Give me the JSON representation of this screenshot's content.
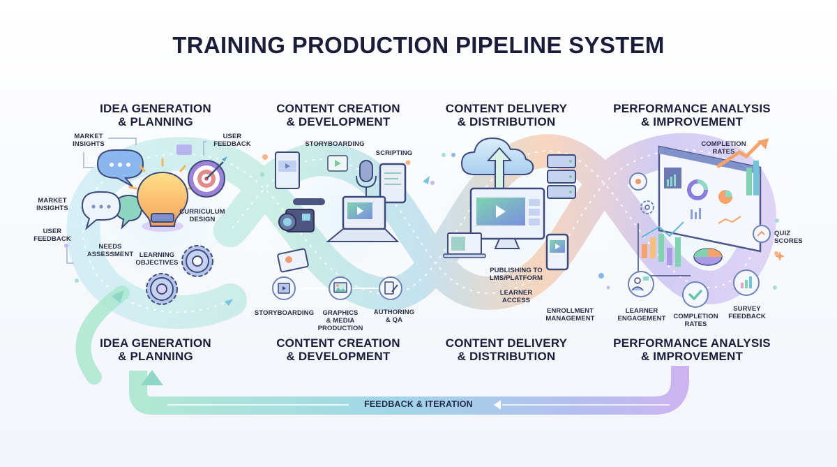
{
  "title": "TRAINING PRODUCTION PIPELINE SYSTEM",
  "colors": {
    "teal": "#8fd9c8",
    "sky": "#8ec9e0",
    "lavender": "#b9a6ea",
    "orange": "#f5a36a",
    "navy": "#1a1d3a"
  },
  "stages": [
    {
      "title_top": "IDEA GENERATION\n& PLANNING",
      "title_bottom": "IDEA GENERATION\n& PLANNING",
      "labels": {
        "market_insights_top": "MARKET\nINSIGHTS",
        "user_feedback_top": "USER\nFEEDBACK",
        "market_insights_left": "MARKET\nINSIGHTS",
        "user_feedback_left": "USER\nFEEDBACK",
        "curriculum_design": "CURRICULUM\nDESIGN",
        "needs_assessment": "NEEDS\nASSESSMENT",
        "learning_objectives": "LEARNING\nOBJECTIVES"
      },
      "icons": [
        "chat-bubble-icon",
        "lightbulb-icon",
        "target-icon",
        "gear-icon"
      ]
    },
    {
      "title_top": "CONTENT CREATION\n& DEVELOPMENT",
      "title_bottom": "CONTENT CREATION\n& DEVELOPMENT",
      "labels": {
        "storyboarding_top": "STORYBOARDING",
        "scripting": "SCRIPTING",
        "storyboarding_bottom": "STORYBOARDING",
        "graphics_media": "GRAPHICS\n& MEDIA\nPRODUCTION",
        "authoring_qa": "AUTHORING\n& QA"
      },
      "icons": [
        "video-camera-icon",
        "laptop-icon",
        "microphone-icon",
        "tablet-icon",
        "film-icon",
        "image-icon",
        "document-edit-icon"
      ]
    },
    {
      "title_top": "CONTENT DELIVERY\n& DISTRIBUTION",
      "title_bottom": "CONTENT DELIVERY\n& DISTRIBUTION",
      "labels": {
        "publishing": "PUBLISHING TO\nLMS/PLATFORM",
        "learner_access": "LEARNER\nACCESS",
        "enrollment": "ENROLLMENT\nMANAGEMENT"
      },
      "icons": [
        "cloud-upload-icon",
        "server-icon",
        "monitor-icon",
        "phone-icon"
      ]
    },
    {
      "title_top": "PERFORMANCE ANALYSIS\n& IMPROVEMENT",
      "title_bottom": "PERFORMANCE ANALYSIS\n& IMPROVEMENT",
      "labels": {
        "completion_rates_top": "COMPLETION\nRATES",
        "quiz_scores": "QUIZ\nSCORES",
        "learner_engagement": "LEARNER\nENGAGEMENT",
        "completion_rates_bottom": "COMPLETION\nRATES",
        "survey_feedback": "SURVEY\nFEEDBACK"
      },
      "icons": [
        "dashboard-icon",
        "trend-arrow-icon",
        "bar-chart-icon",
        "pie-chart-icon",
        "checkmark-icon"
      ]
    }
  ],
  "feedback_loop": {
    "label": "FEEDBACK & ITERATION"
  }
}
